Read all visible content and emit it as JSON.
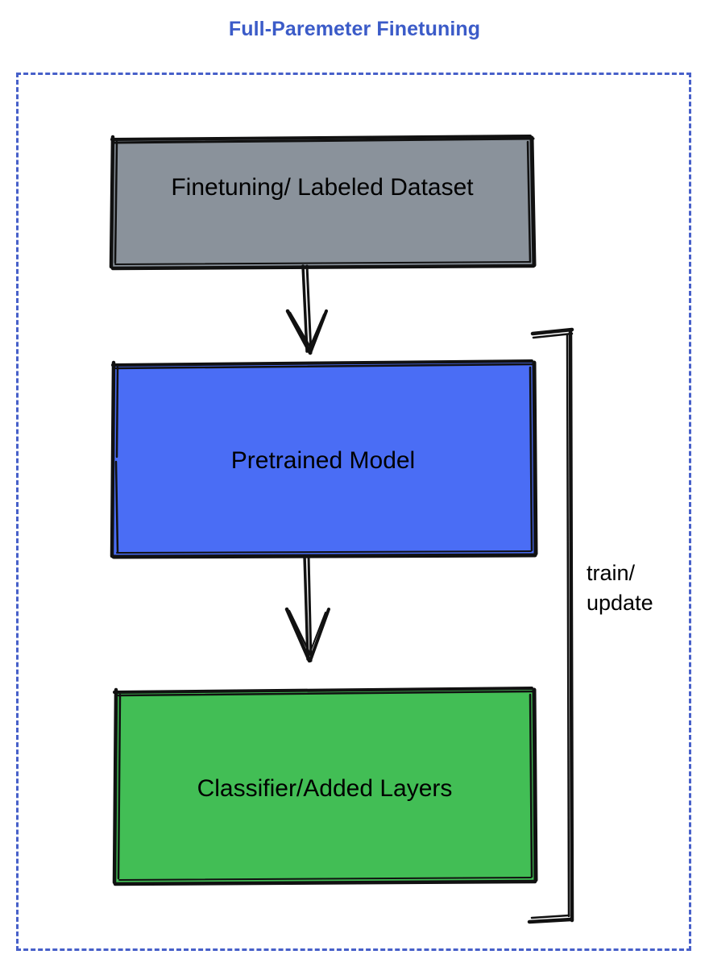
{
  "diagram": {
    "title": "Full-Paremeter Finetuning",
    "title_color": "#3B5BC8",
    "frame": {
      "style": "dashed",
      "color": "#4760C9"
    },
    "nodes": [
      {
        "id": "dataset",
        "label": "Finetuning/ Labeled Dataset",
        "fill": "#8A929B",
        "stroke": "#000000",
        "shape": "rectangle",
        "order": 1
      },
      {
        "id": "pretrained",
        "label": "Pretrained Model",
        "fill": "#4A6DF5",
        "stroke": "#000000",
        "shape": "rectangle",
        "order": 2
      },
      {
        "id": "classifier",
        "label": "Classifier/Added Layers",
        "fill": "#42BE55",
        "stroke": "#000000",
        "shape": "rectangle",
        "order": 3
      }
    ],
    "edges": [
      {
        "id": "arrow-dataset-to-pretrained",
        "from": "dataset",
        "to": "pretrained",
        "label": "",
        "style": "hand-drawn-arrow"
      },
      {
        "id": "arrow-pretrained-to-classifier",
        "from": "pretrained",
        "to": "classifier",
        "label": "",
        "style": "hand-drawn-arrow"
      },
      {
        "id": "loop-train-update",
        "from": "classifier",
        "to": "pretrained",
        "label": "train/\nupdate",
        "style": "hand-drawn-bracket"
      }
    ],
    "loop_label": "train/\nupdate"
  }
}
